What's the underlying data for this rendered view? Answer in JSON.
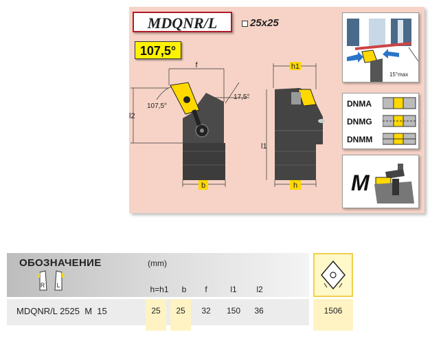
{
  "tool": {
    "designation": "MDQNR/L",
    "size": "25x25",
    "lead_angle": "107,5°"
  },
  "drawing": {
    "dim_f": "f",
    "dim_h1": "h1",
    "dim_b": "b",
    "dim_h": "h",
    "dim_l1": "l1",
    "dim_l2": "l2",
    "angle_main": "107,5°",
    "angle_side": "17,5°",
    "detail_angle": "15°max"
  },
  "inserts": [
    "DNMA",
    "DNMG",
    "DNMM"
  ],
  "clamping": {
    "system": "M"
  },
  "table": {
    "title": "ОБОЗНАЧЕНИЕ",
    "hand_labels": [
      "R",
      "L"
    ],
    "units": "(mm)",
    "columns": [
      "h=h1",
      "b",
      "f",
      "l1",
      "l2"
    ],
    "rows": [
      {
        "code": "MDQNR/L 2525  M  15",
        "values": [
          "25",
          "25",
          "32",
          "150",
          "36"
        ],
        "insert": "1506"
      }
    ]
  },
  "colors": {
    "panel": "#f6d3c6",
    "title_border": "#b01a2a",
    "insert_yellow": "#fff200",
    "arrow_blue": "#2a74c8"
  }
}
